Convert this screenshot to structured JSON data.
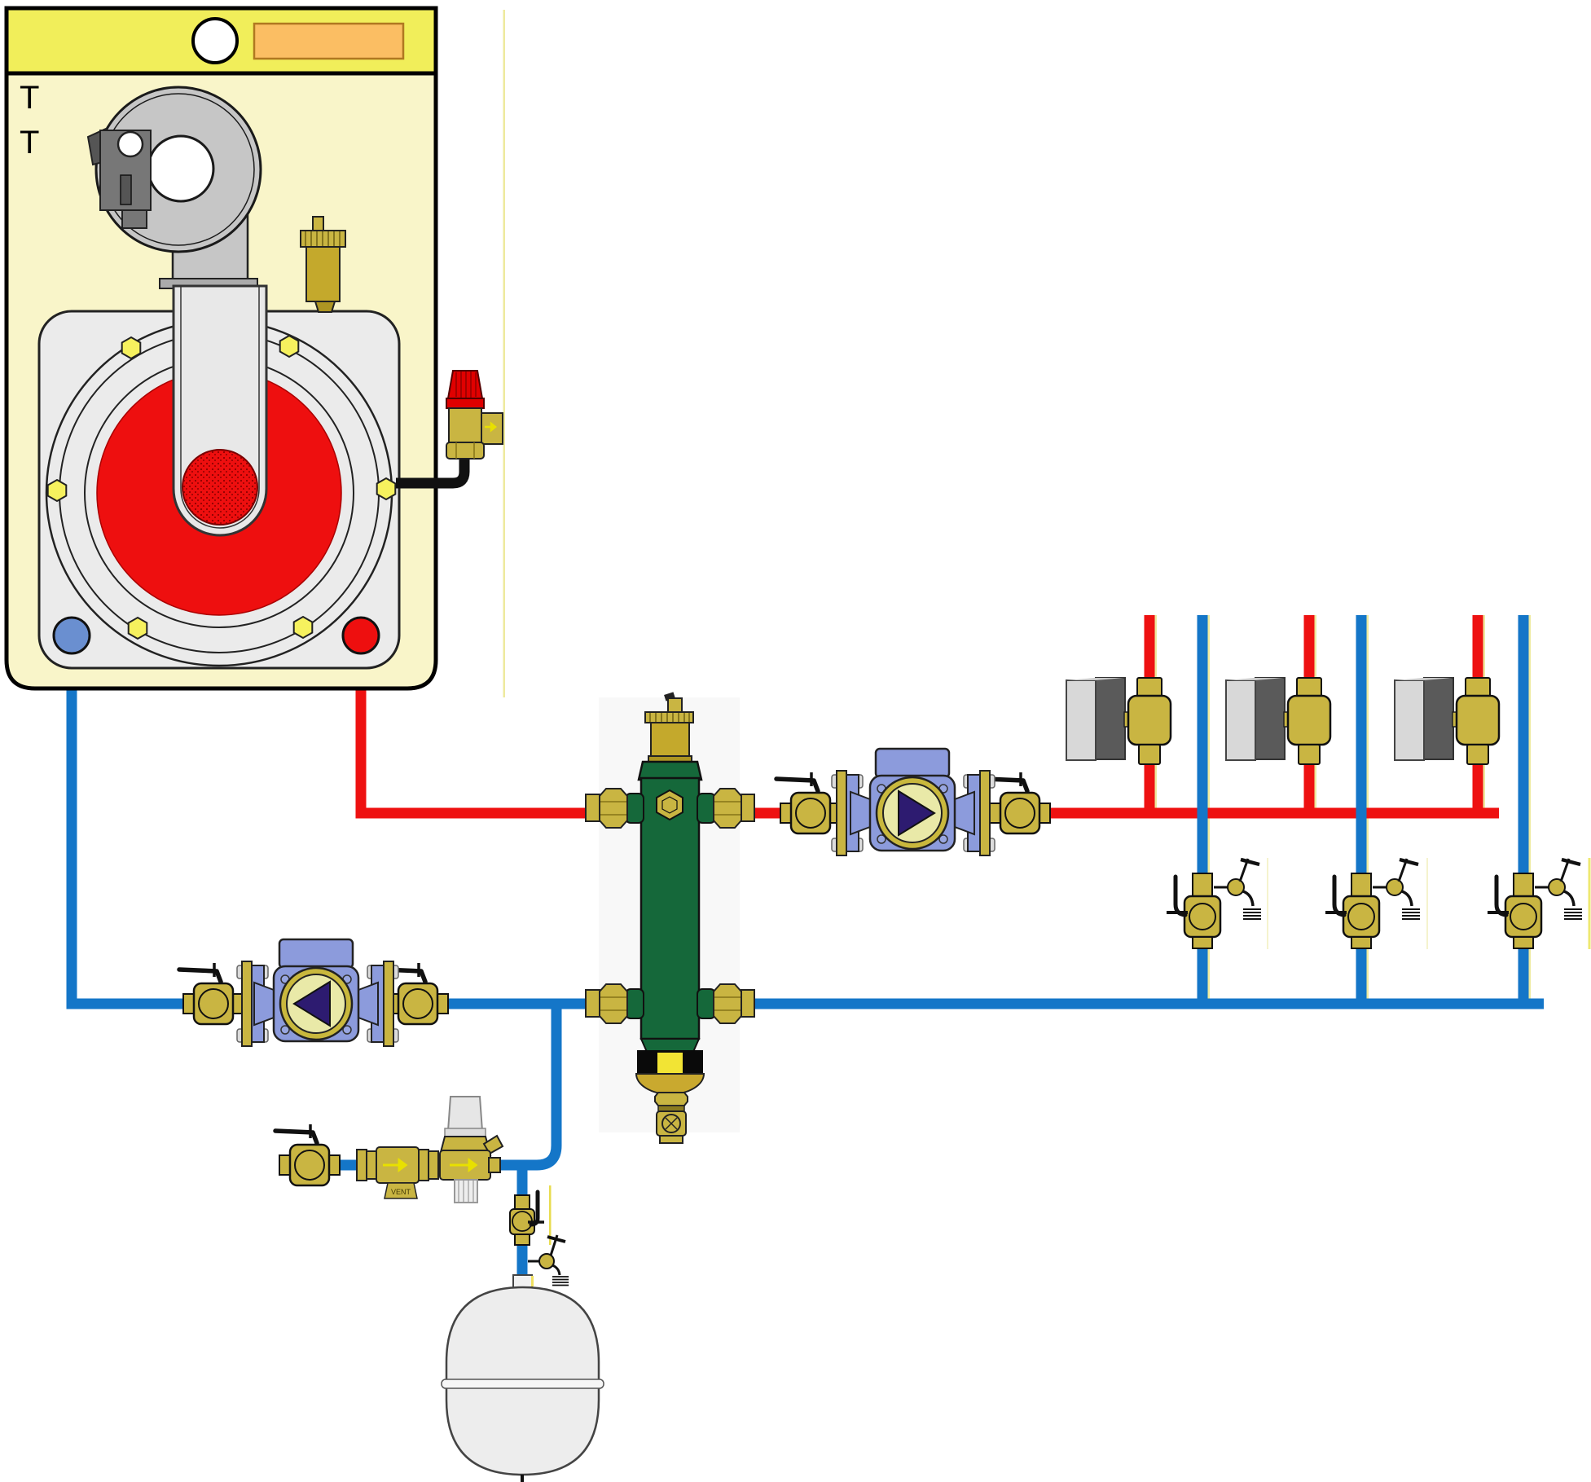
{
  "diagram": {
    "type": "hydronic heating system schematic",
    "labels": {
      "temp_sensor_1": "T",
      "temp_sensor_2": "T",
      "vent": "VENT"
    },
    "colors": {
      "supply_pipe": "#EE1111",
      "return_pipe": "#1476C8",
      "brass": "#C9B542",
      "separator_green": "#15683A",
      "pump_body": "#8C9BDC",
      "pump_impeller": "#2D1B70",
      "pump_face": "#E9E9A8",
      "boiler_cabinet": "#F9F5C9",
      "boiler_header": "#F1EE5A",
      "boiler_display": "#FBBE63",
      "flame_red": "#EE0F0F",
      "actuator_front": "#D8D8D8",
      "actuator_side": "#5A5A5A",
      "expansion_vessel": "#EDEDED",
      "safety_cap_red": "#E00000"
    },
    "components": [
      {
        "name": "boiler-with-burner",
        "qty": 1
      },
      {
        "name": "burner-fan-icon",
        "qty": 1
      },
      {
        "name": "automatic-air-vent-icon",
        "qty": 2
      },
      {
        "name": "safety-relief-valve-icon",
        "qty": 1
      },
      {
        "name": "hydraulic-separator-icon",
        "qty": 1
      },
      {
        "name": "circulation-pump-icon",
        "qty": 2
      },
      {
        "name": "ball-valve-icon",
        "qty": 6
      },
      {
        "name": "zone-valve-with-actuator-icon",
        "qty": 3
      },
      {
        "name": "riser-ball-valve-with-drain-icon",
        "qty": 3
      },
      {
        "name": "check-valve-icon",
        "qty": 1
      },
      {
        "name": "pressure-reducing-valve-icon",
        "qty": 1
      },
      {
        "name": "expansion-vessel-icon",
        "qty": 1
      },
      {
        "name": "drain-cock-icon",
        "qty": 5
      }
    ]
  }
}
